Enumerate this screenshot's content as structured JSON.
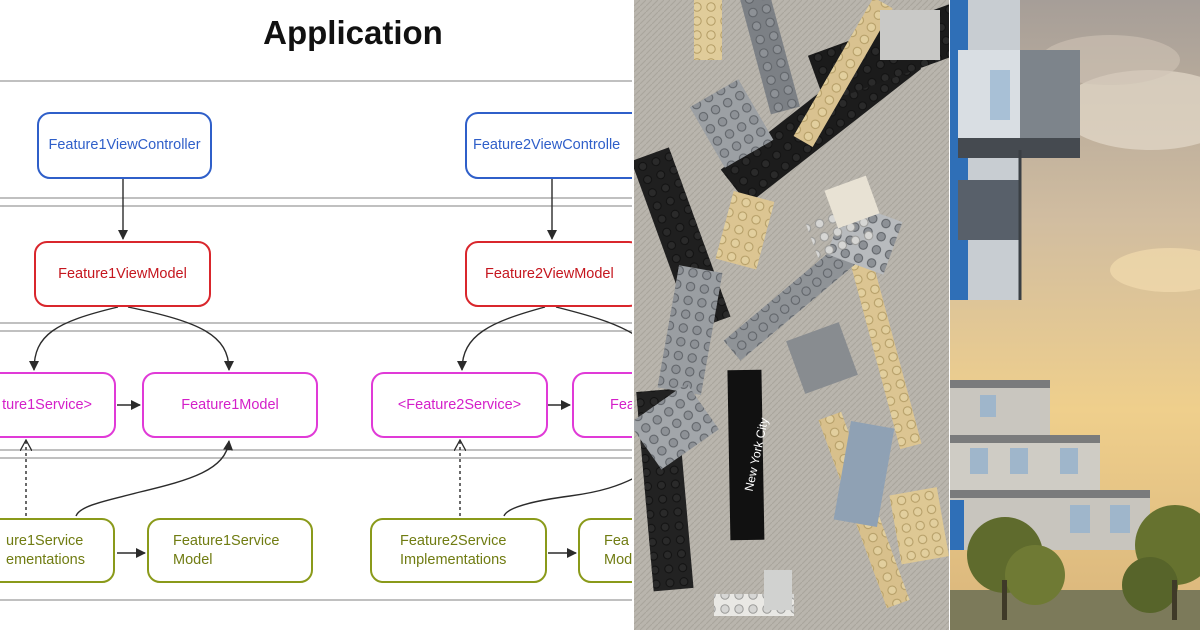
{
  "diagram": {
    "title": "Application",
    "nodes": {
      "f1_view_controller": "Feature1ViewController",
      "f2_view_controller": "Feature2ViewControlle",
      "f1_view_model": "Feature1ViewModel",
      "f2_view_model": "Feature2ViewModel",
      "f1_service_protocol": "ture1Service>",
      "f1_model": "Feature1Model",
      "f2_service_protocol": "<Feature2Service>",
      "f2_model": "Fea",
      "f1_service_impl": [
        "ure1Service",
        "ementations"
      ],
      "f1_service_model": [
        "Feature1Service",
        "Model"
      ],
      "f2_service_impl": [
        "Feature2Service",
        "Implementations"
      ],
      "f2_service_model": [
        "Fea",
        "Mod"
      ]
    }
  },
  "photos": {
    "lego_label_text": "New York City"
  },
  "colors": {
    "view_controller": "#2f5fc9",
    "view_model": "#d9262c",
    "service_and_model": "#e03ad7",
    "service_impl": "#8a9a1a",
    "layer_line": "#9a9a9a",
    "arrow": "#2b2b2b"
  }
}
